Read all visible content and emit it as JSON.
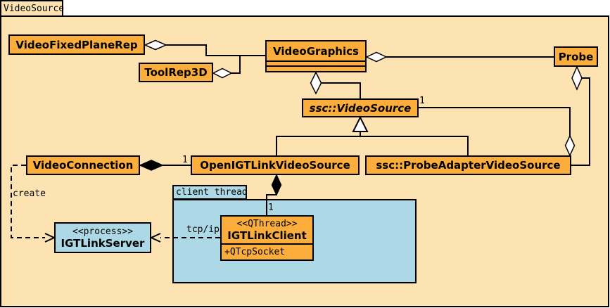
{
  "frame": {
    "title": "VideoSource"
  },
  "package": {
    "label": "client thread"
  },
  "nodes": {
    "videoFixedPlaneRep": {
      "name": "VideoFixedPlaneRep"
    },
    "toolRep3D": {
      "name": "ToolRep3D"
    },
    "videoGraphics": {
      "name": "VideoGraphics"
    },
    "probe": {
      "name": "Probe"
    },
    "sscVideoSource": {
      "name": "ssc::VideoSource"
    },
    "videoConnection": {
      "name": "VideoConnection"
    },
    "openIGTLinkVideoSource": {
      "name": "OpenIGTLinkVideoSource"
    },
    "sscProbeAdapterVideoSource": {
      "name": "ssc::ProbeAdapterVideoSource"
    },
    "igtLinkClient": {
      "stereotype": "<<QThread>>",
      "name": "IGTLinkClient",
      "attribute": "+QTcpSocket"
    },
    "igtLinkServer": {
      "stereotype": "<<process>>",
      "name": "IGTLinkServer"
    }
  },
  "labels": {
    "create": "create",
    "tcpIp": "tcp/ip",
    "multSscVideoSource": "1",
    "multOpenIGTLink": "1",
    "multIGTLinkClient": "1"
  },
  "colors": {
    "classFill": "#FBAE3C",
    "background": "#FDE3B2",
    "threadFill": "#ADD9E6",
    "line": "#000000"
  },
  "edges": [
    {
      "from": "VideoFixedPlaneRep",
      "to": "VideoGraphics",
      "type": "aggregation"
    },
    {
      "from": "ToolRep3D",
      "to": "VideoGraphics",
      "type": "aggregation"
    },
    {
      "from": "VideoGraphics",
      "to": "Probe",
      "type": "aggregation"
    },
    {
      "from": "VideoGraphics",
      "to": "ssc::VideoSource",
      "type": "aggregation"
    },
    {
      "from": "Probe",
      "to": "ssc::ProbeAdapterVideoSource",
      "type": "aggregation"
    },
    {
      "from": "ssc::ProbeAdapterVideoSource",
      "to": "ssc::VideoSource",
      "type": "aggregation",
      "multiplicity": "1"
    },
    {
      "from": "OpenIGTLinkVideoSource",
      "to": "ssc::VideoSource",
      "type": "inheritance"
    },
    {
      "from": "ssc::ProbeAdapterVideoSource",
      "to": "ssc::VideoSource",
      "type": "inheritance"
    },
    {
      "from": "VideoConnection",
      "to": "OpenIGTLinkVideoSource",
      "type": "composition",
      "multiplicity": "1"
    },
    {
      "from": "OpenIGTLinkVideoSource",
      "to": "IGTLinkClient",
      "type": "composition",
      "multiplicity": "1"
    },
    {
      "from": "VideoConnection",
      "to": "IGTLinkServer",
      "type": "dependency",
      "label": "create"
    },
    {
      "from": "IGTLinkClient",
      "to": "IGTLinkServer",
      "type": "dependency",
      "label": "tcp/ip"
    }
  ]
}
